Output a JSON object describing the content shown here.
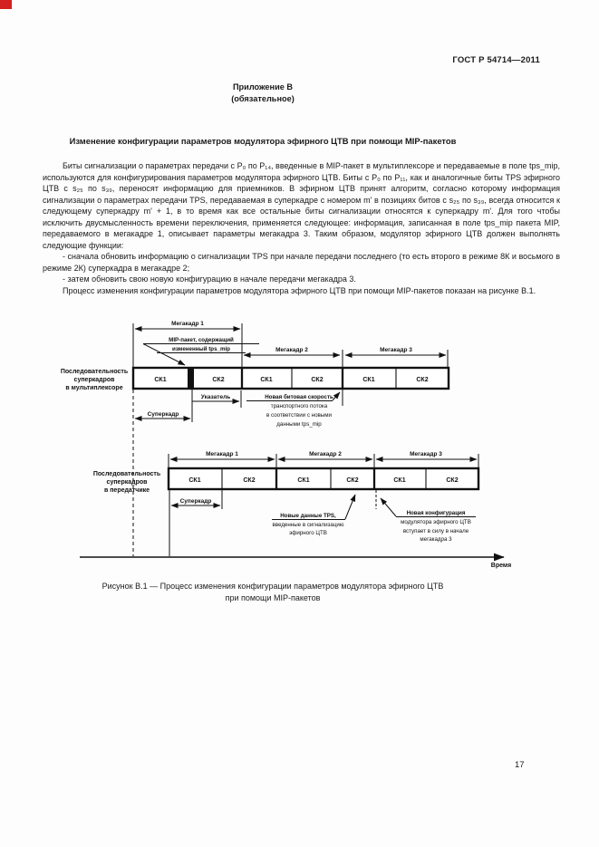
{
  "doc": {
    "header": "ГОСТ Р 54714—2011",
    "page_number": "17"
  },
  "appendix": {
    "name": "Приложение В",
    "kind": "(обязательное)",
    "title": "Изменение конфигурации параметров модулятора эфирного ЦТВ при помощи MIP-пакетов"
  },
  "body": {
    "p1": "Биты сигнализации о параметрах передачи с P₀ по P₁₄, введенные в MIP-пакет в мультиплексоре и передаваемые в поле tps_mip, используются для конфигурирования параметров модулятора эфирного ЦТВ. Биты с P₀ по P₁₁, как и аналогичные биты TPS эфирного ЦТВ с s₂₅ по s₃₉, переносят информацию для приемников. В эфирном ЦТВ принят алгоритм, согласно которому информация сигнализации о параметрах передачи TPS, передаваемая в суперкадре с номером m' в позициях битов с s₂₅ по s₃₉, всегда относится к следующему суперкадру m' + 1, в то время как все остальные биты сигнализации относятся к суперкадру m'. Для того чтобы исключить двусмысленность времени переключения, применяется следующее: информация, записанная в поле tps_mip пакета MIP, передаваемого в мегакадре 1, описывает параметры мегакадра 3. Таким образом, модулятор эфирного ЦТВ должен выполнять следующие функции:",
    "p2": "- сначала обновить информацию о сигнализации TPS при начале передачи последнего (то есть второго в режиме 8К и восьмого в режиме 2К) суперкадра в мегакадре 2;",
    "p3": "- затем обновить свою новую конфигурацию в начале передачи мегакадра 3.",
    "p4": "Процесс изменения конфигурации параметров модулятора эфирного ЦТВ при помощи MIP-пакетов показан на рисунке В.1."
  },
  "figure": {
    "caption": {
      "line1": "Рисунок В.1 — Процесс изменения конфигурации параметров модулятора эфирного ЦТВ",
      "line2": "при помощи MIP-пакетов"
    },
    "labels": {
      "megaframe1": "Мегакадр 1",
      "megaframe2": "Мегакадр 2",
      "megaframe3": "Мегакадр 3",
      "sk1": "СК1",
      "sk2": "СК2",
      "superframe": "Суперкадр",
      "pointer": "Указатель",
      "time": "Время"
    },
    "mux_sequence_label": [
      "Последовательность",
      "суперкадров",
      "в мультиплексоре"
    ],
    "tx_sequence_label": [
      "Последовательность",
      "суперкадров",
      "в передатчике"
    ],
    "mip_callout": [
      "MIP-пакет, содержащий",
      "измененный tps_mip"
    ],
    "bitrate_note": [
      "Новая битовая скорость",
      "транспортного потока",
      "в соответствии с новыми",
      "данными tps_mip"
    ],
    "tps_note": [
      "Новые данные TPS,",
      "введенные в сигнализацию",
      "эфирного ЦТВ"
    ],
    "config_note": [
      "Новая конфигурация",
      "модулятора эфирного ЦТВ",
      "вступает в силу в начале",
      "мегакадра 3"
    ]
  },
  "accent": {
    "corner_mark_color": "#d42020"
  }
}
